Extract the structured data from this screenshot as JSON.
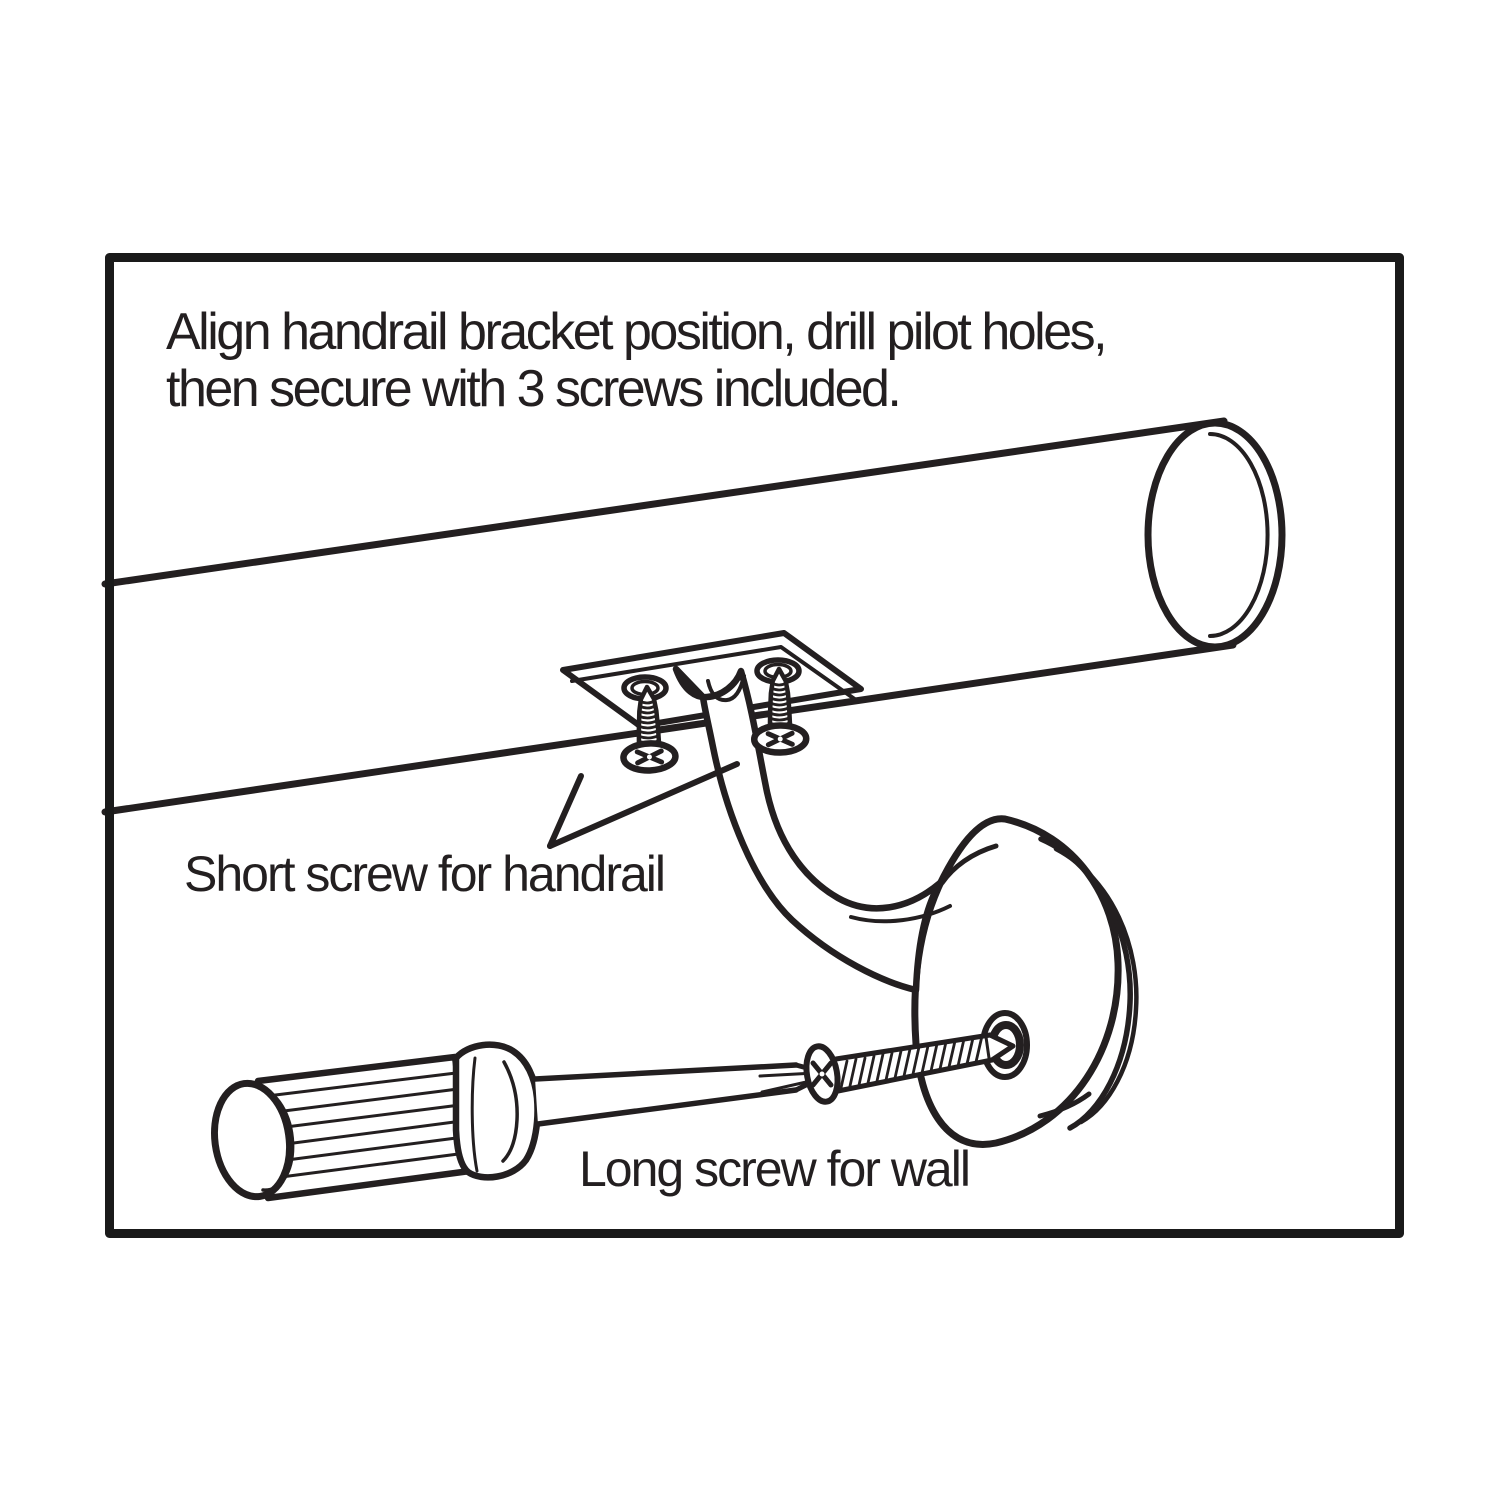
{
  "figure": {
    "background": "#ffffff",
    "ink_color": "#231f20",
    "frame_color": "#1a1a1a"
  },
  "instruction": {
    "line1": "Align handrail bracket position, drill pilot holes,",
    "line2": "then secure with 3 screws included."
  },
  "labels": {
    "short_screw": "Short screw for handrail",
    "long_screw": "Long screw for wall"
  }
}
